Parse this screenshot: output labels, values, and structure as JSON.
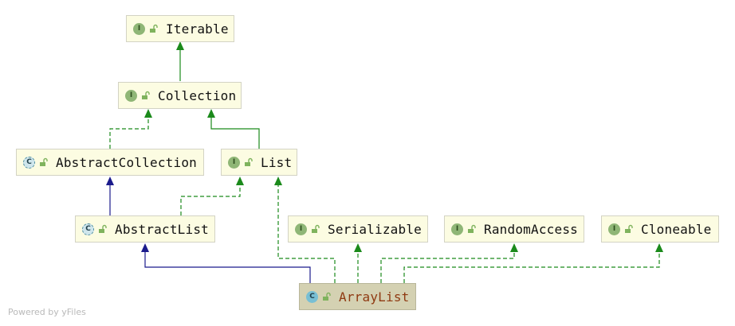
{
  "nodes": {
    "iterable": {
      "label": "Iterable",
      "kind": "I",
      "type": "interface"
    },
    "collection": {
      "label": "Collection",
      "kind": "I",
      "type": "interface"
    },
    "abstract_collection": {
      "label": "AbstractCollection",
      "kind": "C",
      "type": "abstract"
    },
    "list": {
      "label": "List",
      "kind": "I",
      "type": "interface"
    },
    "abstract_list": {
      "label": "AbstractList",
      "kind": "C",
      "type": "abstract"
    },
    "serializable": {
      "label": "Serializable",
      "kind": "I",
      "type": "interface"
    },
    "random_access": {
      "label": "RandomAccess",
      "kind": "I",
      "type": "interface"
    },
    "cloneable": {
      "label": "Cloneable",
      "kind": "I",
      "type": "interface"
    },
    "array_list": {
      "label": "ArrayList",
      "kind": "C",
      "type": "class",
      "selected": true
    }
  },
  "edges": [
    {
      "from": "collection",
      "to": "iterable",
      "style": "extends-interface"
    },
    {
      "from": "abstract_collection",
      "to": "collection",
      "style": "implements"
    },
    {
      "from": "list",
      "to": "collection",
      "style": "extends-interface"
    },
    {
      "from": "abstract_list",
      "to": "abstract_collection",
      "style": "extends-class"
    },
    {
      "from": "abstract_list",
      "to": "list",
      "style": "implements"
    },
    {
      "from": "array_list",
      "to": "abstract_list",
      "style": "extends-class"
    },
    {
      "from": "array_list",
      "to": "list",
      "style": "implements"
    },
    {
      "from": "array_list",
      "to": "serializable",
      "style": "implements"
    },
    {
      "from": "array_list",
      "to": "random_access",
      "style": "implements"
    },
    {
      "from": "array_list",
      "to": "cloneable",
      "style": "implements"
    }
  ],
  "colors": {
    "interface_edge": "#1b8a1b",
    "class_edge": "#1b1b8c",
    "node_fill": "#fcfce2",
    "selected_fill": "#d4d1b2"
  },
  "watermark": "Powered by yFiles"
}
